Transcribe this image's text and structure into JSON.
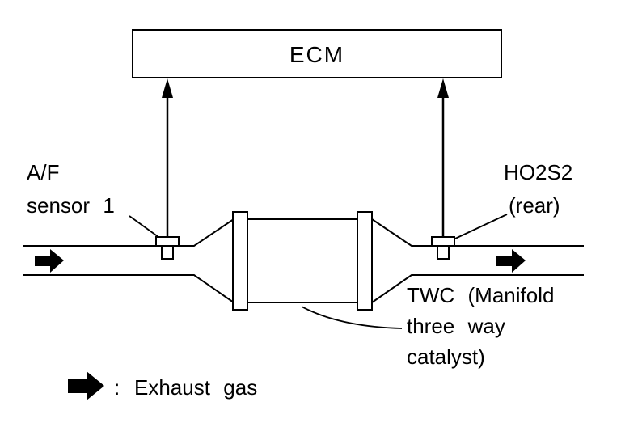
{
  "diagram": {
    "ecm": {
      "label": "ECM"
    },
    "af_sensor": {
      "line1": "A/F",
      "line2": "sensor 1"
    },
    "rear_sensor": {
      "line1": "HO2S2",
      "line2": "(rear)"
    },
    "catalyst": {
      "line1": "TWC (Manifold",
      "line2": "three way",
      "line3": "catalyst)"
    },
    "legend": {
      "separator": ":",
      "label": "Exhaust gas"
    }
  },
  "colors": {
    "line": "#000000",
    "background": "#ffffff"
  }
}
